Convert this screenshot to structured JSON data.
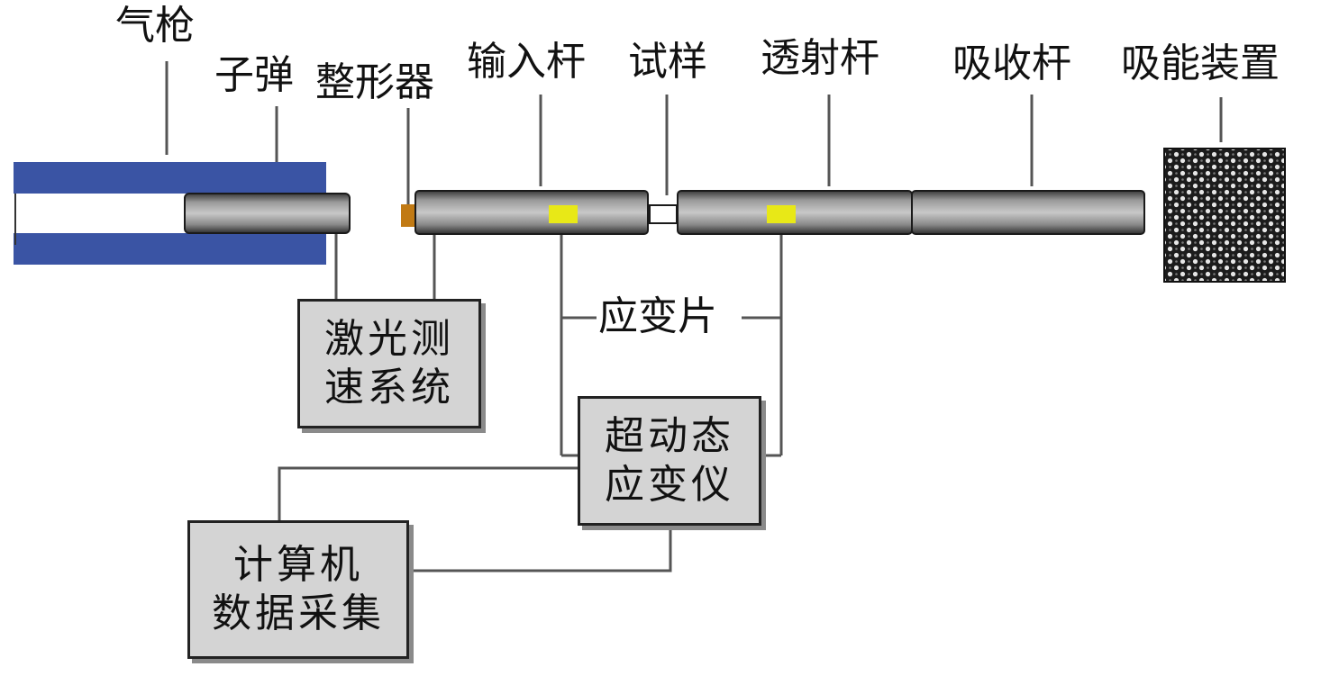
{
  "labels": {
    "gas_gun": "气枪",
    "bullet": "子弹",
    "shaper": "整形器",
    "input_bar": "输入杆",
    "specimen": "试样",
    "transmission_bar": "透射杆",
    "absorption_bar": "吸收杆",
    "energy_absorber": "吸能装置",
    "strain_gauge": "应变片"
  },
  "boxes": {
    "laser_velocity": [
      "激光测",
      "速系统"
    ],
    "strain_instrument": [
      "超动态",
      "应变仪"
    ],
    "data_acquisition": [
      "计算机",
      "数据采集"
    ]
  },
  "colors": {
    "gun_barrel": "#3a54a4",
    "strain_gauge": "#e8e817",
    "shaper": "#c17a14",
    "box_fill": "#d4d4d4",
    "line": "#555555"
  }
}
